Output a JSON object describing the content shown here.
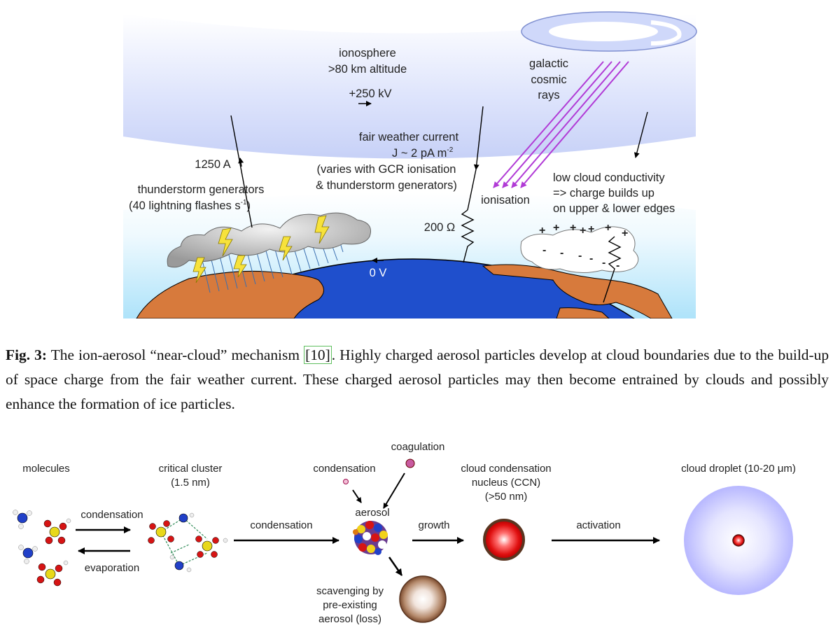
{
  "figure1": {
    "ionosphere_name": "ionosphere",
    "ionosphere_altitude": ">80 km altitude",
    "ionosphere_voltage": "+250 kV",
    "gcr_line1": "galactic",
    "gcr_line2": "cosmic",
    "gcr_line3": "rays",
    "current_1250": "1250 A",
    "thunder_line1": "thunderstorm generators",
    "thunder_line2": "(40 lightning flashes s",
    "thunder_sup": "-1",
    "thunder_close": ")",
    "fw_line1": "fair weather current",
    "fw_line2": "J ~ 2 pA m",
    "fw_sup": "-2",
    "fw_line3": "(varies with GCR ionisation",
    "fw_line4": "& thunderstorm generators)",
    "ionisation": "ionisation",
    "resistance": "200 Ω",
    "ground_voltage": "0 V",
    "lowcloud_line1": "low cloud conductivity",
    "lowcloud_line2": "=> charge builds up",
    "lowcloud_line3": "on upper & lower edges",
    "plus_sign": "+",
    "minus_sign": "-",
    "colors": {
      "ionosphere": "#cfd8fa",
      "sky": "#bfe8fb",
      "ocean": "#1f4fcc",
      "land": "#d77a3c",
      "cosmic_rays": "#b13bd6"
    }
  },
  "caption": {
    "label": "Fig.  3:",
    "text1": " The ion-aerosol “near-cloud” mechanism ",
    "ref": "[10]",
    "text2": ". Highly charged aerosol particles develop at cloud boundaries due to the build-up of space charge from the fair weather current. These charged aerosol particles may then become entrained by clouds and possibly enhance the formation of ice particles."
  },
  "figure2": {
    "molecules": "molecules",
    "critical_cluster_1": "critical cluster",
    "critical_cluster_2": "(1.5 nm)",
    "condensation_arrow_label": "condensation",
    "evaporation": "evaporation",
    "condensation_main": "condensation",
    "coagulation": "coagulation",
    "condensation_small": "condensation",
    "aerosol": "aerosol",
    "growth": "growth",
    "ccn_1": "cloud condensation",
    "ccn_2": "nucleus (CCN)",
    "ccn_3": "(>50 nm)",
    "activation": "activation",
    "droplet": "cloud droplet (10-20 μm)",
    "scav_1": "scavenging by",
    "scav_2": "pre-existing",
    "scav_3": "aerosol (loss)",
    "colors": {
      "droplet_halo": "#b9b9ff",
      "ccn_core": "#e01010",
      "scavenging_sphere": "#8a5a3c"
    }
  }
}
